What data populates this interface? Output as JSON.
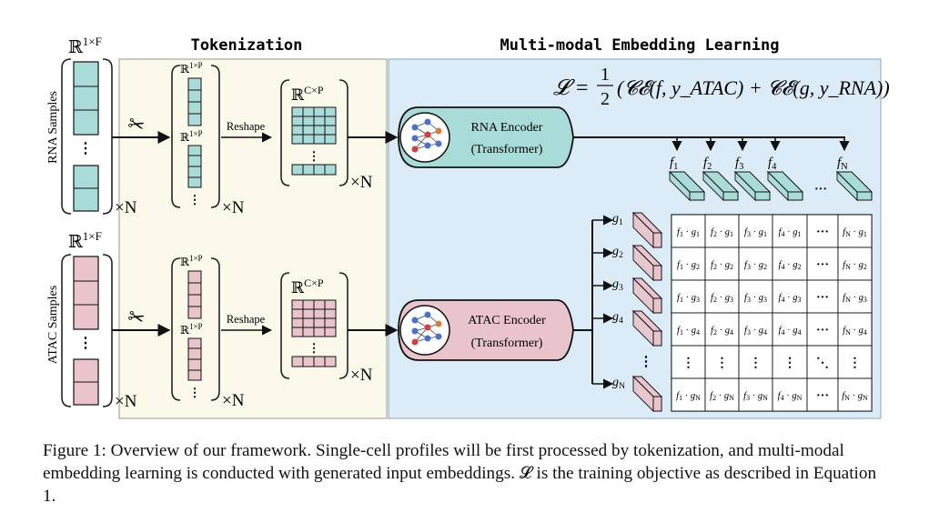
{
  "sections": {
    "tokenization": "Tokenization",
    "embedding": "Multi-modal Embedding Learning"
  },
  "loss": {
    "lhs": "𝓛 = ",
    "half_num": "1",
    "half_den": "2",
    "rhs": "(𝓒𝓔(f, y_ATAC) + 𝓒𝓔(g, y_RNA))"
  },
  "rna": {
    "side_label": "RNA Samples",
    "dim_input": "ℝ",
    "dim_input_sup": "1×F",
    "dim_token": "ℝ",
    "dim_token_sup": "1×P",
    "dim_matrix": "ℝ",
    "dim_matrix_sup": "C×P",
    "times_n": "×N",
    "reshape": "Reshape",
    "encoder_line1": "RNA Encoder",
    "encoder_line2": "(Transformer)"
  },
  "atac": {
    "side_label": "ATAC Samples",
    "dim_input": "ℝ",
    "dim_input_sup": "1×F",
    "dim_token": "ℝ",
    "dim_token_sup": "1×P",
    "dim_matrix": "ℝ",
    "dim_matrix_sup": "C×P",
    "times_n": "×N",
    "reshape": "Reshape",
    "encoder_line1": "ATAC Encoder",
    "encoder_line2": "(Transformer)"
  },
  "f_labels": [
    {
      "base": "f",
      "sub": "1"
    },
    {
      "base": "f",
      "sub": "2"
    },
    {
      "base": "f",
      "sub": "3"
    },
    {
      "base": "f",
      "sub": "4"
    },
    {
      "base": "f",
      "sub": "N"
    }
  ],
  "g_labels": [
    {
      "base": "g",
      "sub": "1"
    },
    {
      "base": "g",
      "sub": "2"
    },
    {
      "base": "g",
      "sub": "3"
    },
    {
      "base": "g",
      "sub": "4"
    },
    {
      "base": "g",
      "sub": "N"
    }
  ],
  "matrix_row_subs": [
    "1",
    "2",
    "3",
    "4",
    "dots",
    "N"
  ],
  "matrix_col_subs": [
    "1",
    "2",
    "3",
    "4",
    "dots",
    "N"
  ],
  "ellipsis": "···",
  "vdots": "⋮",
  "ddots": "⋱",
  "colors": {
    "rna_fill": "#a9dcd9",
    "atac_fill": "#e9c4ca",
    "token_bg": "#fbf9ea",
    "embed_bg": "#dcebf8"
  },
  "caption": "Figure 1: Overview of our framework. Single-cell profiles will be first processed by tokenization, and multi-modal embedding learning is conducted with generated input embeddings. 𝓛 is the training objective as described in Equation 1."
}
